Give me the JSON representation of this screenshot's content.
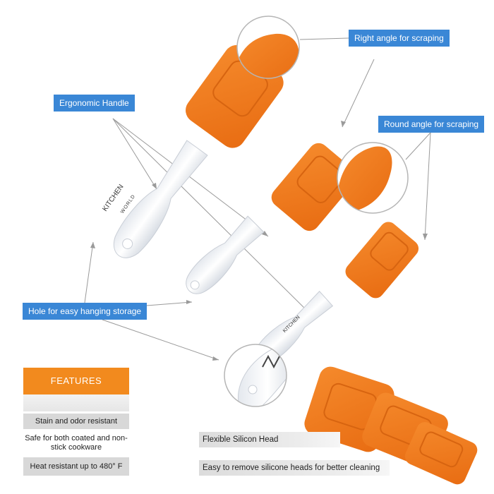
{
  "callouts": {
    "right_angle": "Right angle for scraping",
    "ergonomic": "Ergonomic Handle",
    "round_angle": "Round angle for scraping",
    "hole": "Hole for easy hanging storage"
  },
  "features": {
    "title": "FEATURES",
    "items": [
      "Stain and odor resistant",
      "Safe for both coated and non-stick cookware",
      "Heat resistant up to 480° F"
    ]
  },
  "bottom": {
    "flexible": "Flexible Silicon Head",
    "easy_remove": "Easy to remove silicone heads for better cleaning"
  },
  "brand": {
    "line1": "KITCHEN",
    "line2": "WORLD"
  },
  "colors": {
    "silicone": "#f07a1c",
    "silicone_dark": "#d9650e",
    "callout": "#3a87d6",
    "features_header": "#f28a1e",
    "handle": "#f4f6f8"
  }
}
